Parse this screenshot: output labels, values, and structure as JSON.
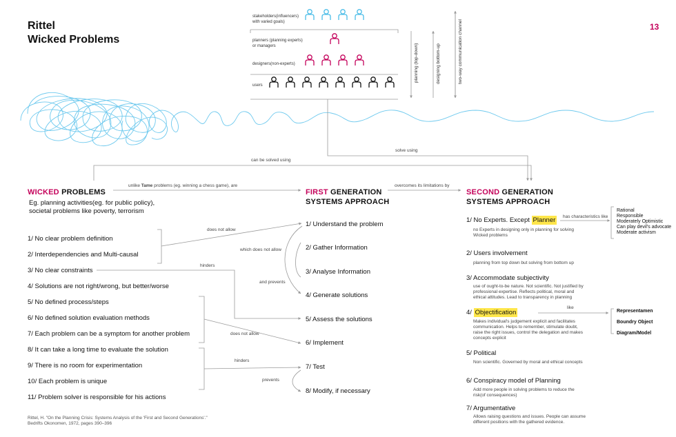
{
  "page": {
    "title_line1": "Rittel",
    "title_line2": "Wicked Problems",
    "number": "13"
  },
  "hierarchy": {
    "stakeholders": "stakeholders(influencers)\nwith varied goals)",
    "stakeholders_l1": "stakeholders(influencers)",
    "stakeholders_l2": "with varied goals)",
    "planners_l1": "planners (planning experts)",
    "planners_l2": "or managers",
    "designers": "designers(non-experts)",
    "users": "users",
    "arrow_planning": "planning (top-down)",
    "arrow_designing": "designing bottom-up",
    "arrow_twoway": "two-way communication channel",
    "colors": {
      "stakeholders": "#4bbde8",
      "planners": "#c4005a",
      "designers": "#c4005a",
      "users": "#111111"
    }
  },
  "connectors": {
    "can_be_solved": "can be solved using",
    "solve_using": "solve using",
    "unlike_tame_prefix": "unlike ",
    "unlike_tame_bold": "Tame",
    "unlike_tame_suffix": " problems (eg. winning a chess game), are",
    "overcomes": "overcomes its limitations by",
    "does_not_allow_1": "does not allow",
    "which_does_not_allow": "which does not allow",
    "and_prevents": "and prevents",
    "hinders_1": "hinders",
    "does_not_allow_2": "does not allow",
    "hinders_2": "hinders",
    "prevents": "prevents",
    "has_characteristics": "has characteristics like",
    "like": "like"
  },
  "wicked": {
    "heading_accent": "WICKED",
    "heading_rest": " PROBLEMS",
    "desc_l1": "Eg. planning activities(eg. for public policy),",
    "desc_l2": "societal problems like poverty, terrorism",
    "items": [
      "1/ No clear problem definition",
      "2/ Interdependencies and Multi-causal",
      "3/ No clear constraints",
      "4/ Solutions are not right/wrong, but better/worse",
      "5/ No defined process/steps",
      "6/ No defined solution evaluation methods",
      "7/ Each problem can be a symptom for another problem",
      "8/ It can take a long time to evaluate the solution",
      "9/ There is no room for experimentation",
      "10/ Each problem is unique",
      "11/ Problem solver is responsible for his actions"
    ],
    "citation_l1": "Rittel, H. \"On the Planning Crisis: Systems Analysis of the 'First and Second Generations'.\"",
    "citation_l2": "Bedrifts Okonomen, 1972, pages 390–396"
  },
  "first_gen": {
    "heading_accent": "FIRST",
    "heading_rest": " GENERATION",
    "heading_l2": "SYSTEMS APPROACH",
    "items": [
      "1/ Understand the problem",
      "2/ Gather Information",
      "3/ Analyse Information",
      "4/ Generate solutions",
      "5/ Assess the solutions",
      "6/ Implement",
      "7/ Test",
      "8/ Modify, if necessary"
    ]
  },
  "second_gen": {
    "heading_accent": "SECOND",
    "heading_rest": " GENERATION",
    "heading_l2": "SYSTEMS APPROACH",
    "i1_prefix": "1/ No Experts. Except ",
    "i1_highlight": "Planner",
    "i1_desc_l1": "no Experts in designing only in planning for solving",
    "i1_desc_l2": "Wicked problems",
    "i2": "2/ Users involvement",
    "i2_desc": "planning from top down but solving from bottom up",
    "i3": "3/ Accommodate subjectivity",
    "i3_desc_l1": "use of ought-to-be nature. Not scientific. Not justified by",
    "i3_desc_l2": "professional expertise. Reflects political, moral and",
    "i3_desc_l3": "ethical attitudes. Lead to transparency in planning",
    "i4_prefix": "4/ ",
    "i4_highlight": "Objectification",
    "i4_desc_l1": "Makes individual's judgement explicit and facilitates",
    "i4_desc_l2": "communication. Helps to remember, stimulate doubt,",
    "i4_desc_l3": "raise the right issues, control the delegation and makes",
    "i4_desc_l4": "concepts explicit",
    "i5": "5/ Political",
    "i5_desc": "Non scientific. Governed by moral and ethical concepts",
    "i6": "6/ Conspiracy model of Planning",
    "i6_desc_l1": "Add more people in solving problems to reduce the",
    "i6_desc_l2": "risk(of consequences)",
    "i7": "7/ Argumentative",
    "i7_desc_l1": "Allows raising questions and issues. People can assume",
    "i7_desc_l2": "different positions with the gathered evidence.",
    "planner_traits": [
      "Rational",
      "Responsible",
      "Moderately Optimistic",
      "Can play devil's advocate",
      "Moderate activism"
    ],
    "objectification_like": [
      "Representamen",
      "Boundry Object",
      "Diagram/Model"
    ],
    "accent_color": "#c4005a",
    "highlight_color": "#ffe64a"
  }
}
